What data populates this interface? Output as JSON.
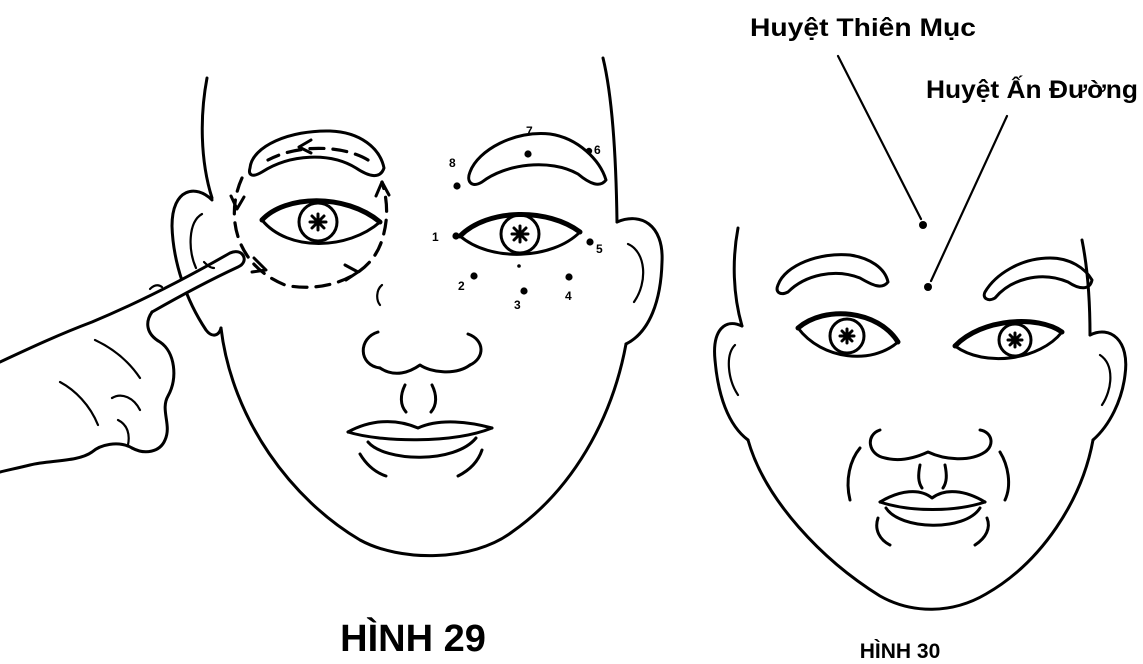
{
  "figure_29": {
    "caption": "HÌNH 29",
    "points": [
      "1",
      "2",
      "3",
      "4",
      "5",
      "6",
      "7",
      "8"
    ]
  },
  "figure_30": {
    "caption": "HÌNH 30",
    "thien_muc_label": "Huyệt Thiên Mục",
    "an_duong_label": "Huyệt Ấn Đường"
  },
  "colors": {
    "ink": "#000000",
    "paper": "#ffffff"
  }
}
